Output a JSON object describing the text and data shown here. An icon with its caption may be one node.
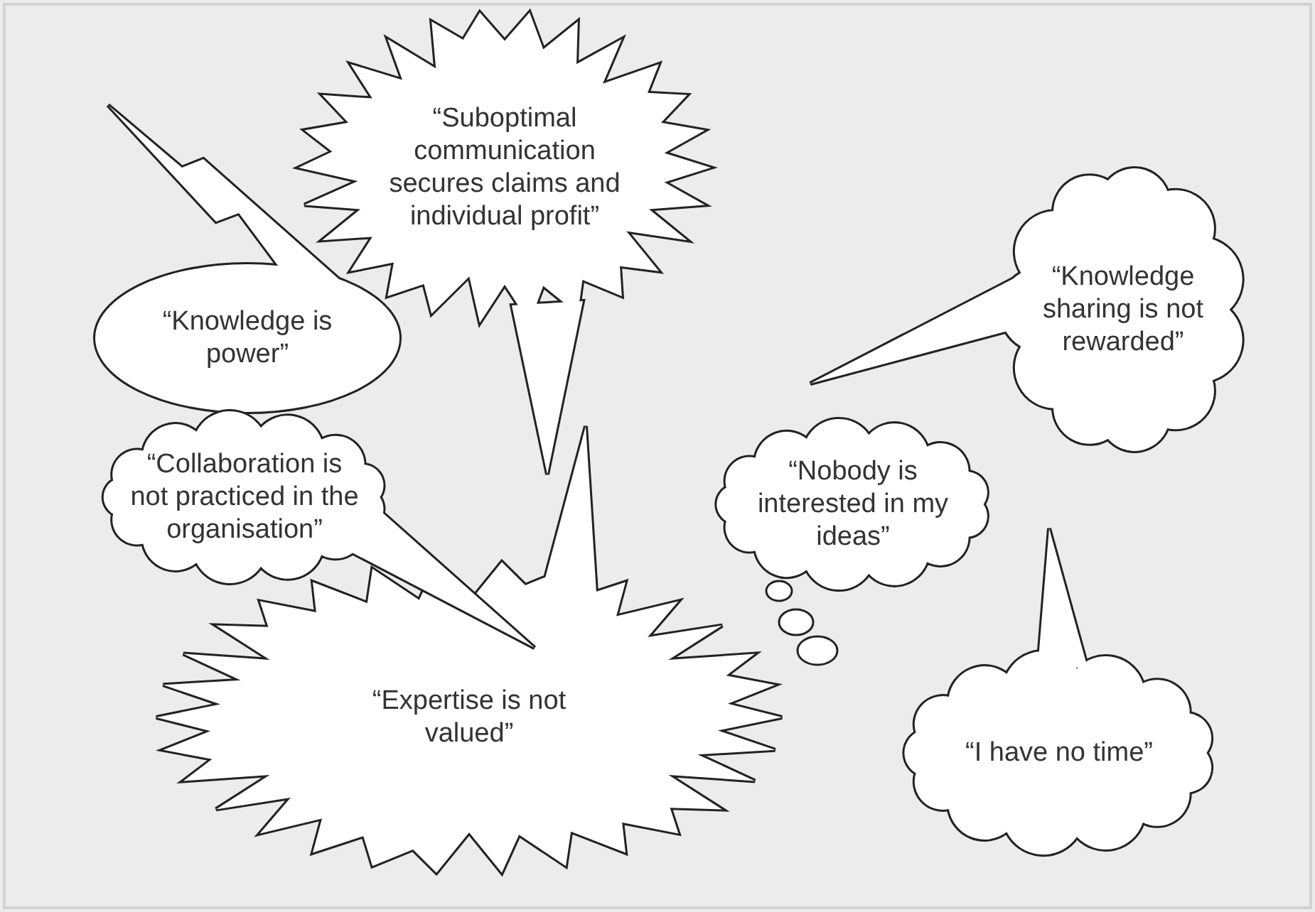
{
  "diagram": {
    "nodes": [
      {
        "text": [
          "“Knowledge is power”"
        ]
      },
      {
        "text": [
          "“Suboptimal communication secures claims and individual profit”"
        ]
      },
      {
        "text": [
          "“Knowledge sharing is not rewarded”"
        ]
      },
      {
        "text": [
          "“Collaboration is not practiced in the organisation”"
        ]
      },
      {
        "text": [
          "“Nobody is interested in my ideas”"
        ]
      },
      {
        "text": [
          "“Expertise is not valued”"
        ]
      },
      {
        "text": [
          "“I have no time”"
        ]
      }
    ]
  }
}
